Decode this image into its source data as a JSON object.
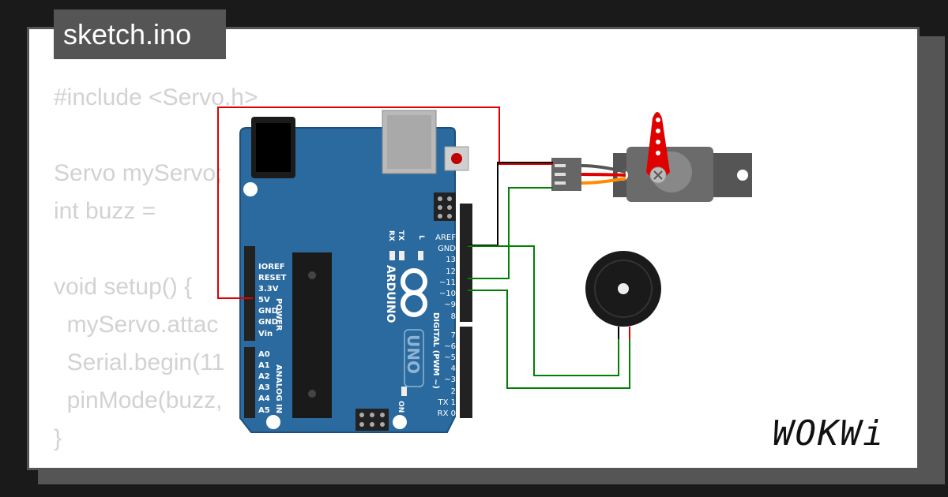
{
  "file_tab": {
    "label": "sketch.ino"
  },
  "code_lines": [
    "#include <Servo.h>",
    "",
    "Servo myServo;",
    "int buzz =",
    "",
    "void setup() {",
    "  myServo.attac",
    "  Serial.begin(11",
    "  pinMode(buzz,",
    "}"
  ],
  "board": {
    "brand": "ARDUINO",
    "model": "UNO",
    "power_label": "POWER",
    "analog_label": "ANALOG IN",
    "digital_label": "DIGITAL (PWM ~)",
    "on_label": "ON",
    "led_labels": {
      "tx": "TX",
      "rx": "RX",
      "l": "L"
    },
    "power_pins": [
      "IOREF",
      "RESET",
      "3.3V",
      "5V",
      "GND",
      "GND",
      "Vin"
    ],
    "analog_pins": [
      "A0",
      "A1",
      "A2",
      "A3",
      "A4",
      "A5"
    ],
    "digital_pins_top": [
      "AREF",
      "GND",
      "13",
      "12",
      "~11",
      "~10",
      "~9",
      "8"
    ],
    "digital_pins_bottom": [
      "7",
      "~6",
      "~5",
      "4",
      "~3",
      "2",
      "TX 1",
      "RX 0"
    ]
  },
  "wire_colors": {
    "power": "#e00000",
    "ground": "#000000",
    "signal": "#008000",
    "servo_signal": "#ff8c00"
  },
  "brand_logo": "WOKWi"
}
